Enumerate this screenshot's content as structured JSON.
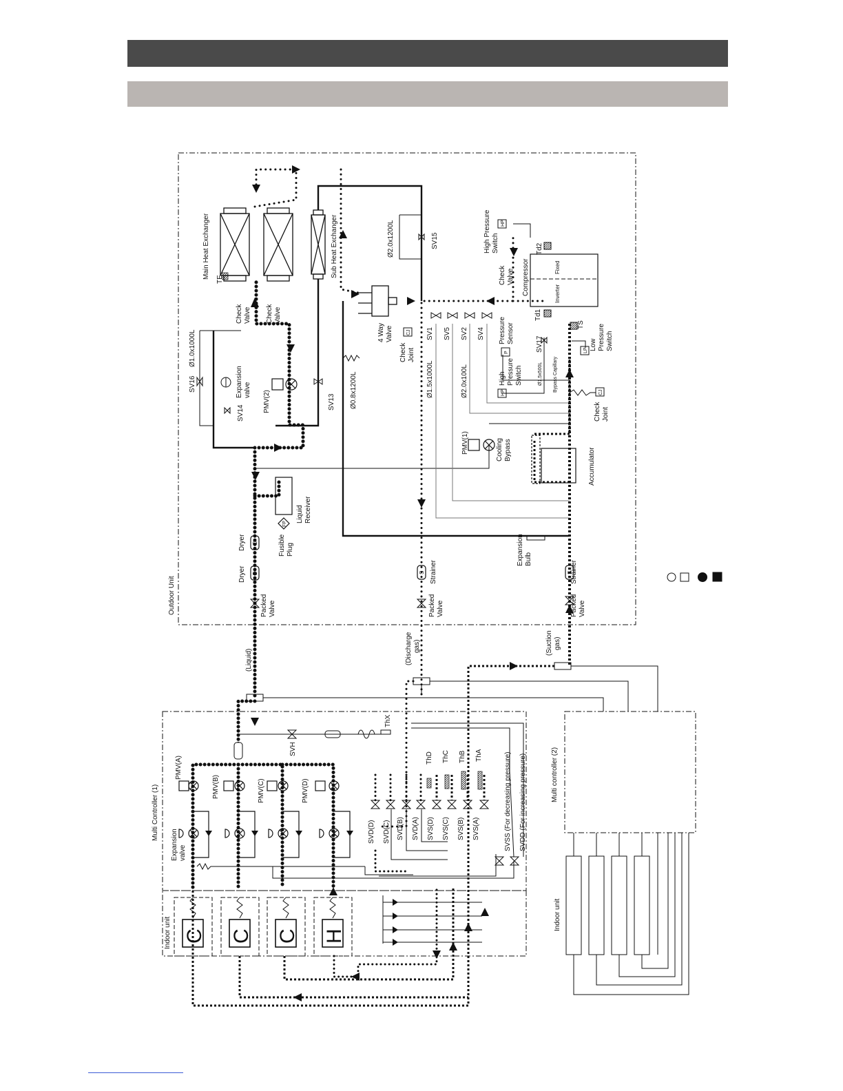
{
  "outdoor_unit": {
    "frame_label": "Outdoor Unit",
    "main_heat_exchanger": "Main Heat Exchanger",
    "sub_heat_exchanger": "Sub Heat Exchanger",
    "te": "TE",
    "check_valve_1": [
      "Check",
      "Valve"
    ],
    "check_valve_2": [
      "Check",
      "Valve"
    ],
    "check_valve_3": [
      "Check",
      "Valve"
    ],
    "sv16": "SV16",
    "cap_sv16": "Ø1.0x1000L",
    "expansion_valve": [
      "Expansion",
      "valve"
    ],
    "sv14": "SV14",
    "pmv2": "PMV(2)",
    "sv13": "SV13",
    "cap_4way": "Ø0.8x1200L",
    "four_way_valve": [
      "4 Way",
      "Valve"
    ],
    "check_joint_1": [
      "Check",
      "Joint"
    ],
    "cj": "CJ",
    "sv1": "SV1",
    "sv5": "SV5",
    "sv2": "SV2",
    "sv4": "SV4",
    "cap_sv1": "Ø1.5x1000L",
    "cap_sv2": "Ø2.0x100L",
    "cap_sv15": "Ø2.0x1200L",
    "sv15": "SV15",
    "high_pressure_switch_top": [
      "High Pressure",
      "Switch"
    ],
    "hp": "HP",
    "td2": "Td2",
    "td1": "Td1",
    "compressor": "Compressor",
    "inverter": "Inverter",
    "fixed": "Fixed",
    "pressure_sensor": [
      "Pressure",
      "Sensor"
    ],
    "p": "P",
    "high_pressure_switch": [
      "High",
      "Pressure",
      "Switch"
    ],
    "cap_sv17": "Ø1.5x500L",
    "sv17": "SV17",
    "bypass_capillary": "Bypass Capillary",
    "ts": "TS",
    "lp": "LP",
    "low_pressure_switch": [
      "Low",
      "Pressure",
      "Switch"
    ],
    "check_joint_2": [
      "Check",
      "Joint"
    ],
    "pmv1": "PMV(1)",
    "cooling_bypass": [
      "Cooling",
      "Bypass"
    ],
    "accumulator": "Accumulator",
    "liquid_receiver": [
      "Liquid",
      "Receiver"
    ],
    "fusible_plug": [
      "Fusible",
      "Plug"
    ],
    "fp": "FP",
    "dryer_1": "Dryer",
    "dryer_2": "Dryer",
    "d": "D",
    "packed_valve_1": [
      "Packed",
      "Valve"
    ],
    "packed_valve_2": [
      "Packed",
      "Valve"
    ],
    "packed_valve_3": [
      "Packed",
      "Valve"
    ],
    "strainer_1": "Strainer",
    "strainer_2": "Strainer",
    "s": "S",
    "expansion_bulb": [
      "Expansion",
      "Bulb"
    ]
  },
  "pipes": {
    "liquid": "(Liquid)",
    "discharge_gas": [
      "(Discharge",
      "gas)"
    ],
    "suction_gas": [
      "(Suction",
      "gas)"
    ]
  },
  "multi_controller_1": {
    "frame_label": "Multi Controller (1)",
    "pmv_a": "PMV(A)",
    "pmv_b": "PMV(B)",
    "pmv_c": "PMV(C)",
    "pmv_d": "PMV(D)",
    "expansion_valve": [
      "Expansion",
      "valve"
    ],
    "svh": "SVH",
    "thx": "ThX",
    "thd": "ThD",
    "thc": "ThC",
    "thb": "ThB",
    "tha": "ThA",
    "svd_d": "SVD(D)",
    "svd_c": "SVD(C)",
    "svd_b": "SVD(B)",
    "svd_a": "SVD(A)",
    "svs_d": "SVS(D)",
    "svs_c": "SVS(C)",
    "svs_b": "SVS(B)",
    "svs_a": "SVS(A)",
    "svss": "SVSS (For decreasing pressure)",
    "svdd": "SVDD (For increasing pressure)"
  },
  "indoor": {
    "frame_label": "Indoor unit",
    "units": [
      "C",
      "C",
      "C",
      "H"
    ]
  },
  "multi_controller_2": {
    "frame_label": "Multi controller (2)",
    "indoor_label": "Indoor unit"
  },
  "legend_symbols": [
    "open-circle",
    "open-square",
    "filled-circle",
    "filled-square"
  ],
  "colors": {
    "header_dark": "#4a4a4a",
    "header_light": "#bab5b2",
    "line": "#111111",
    "grey_line": "#777777",
    "footer_link": "#3b5bd6"
  }
}
